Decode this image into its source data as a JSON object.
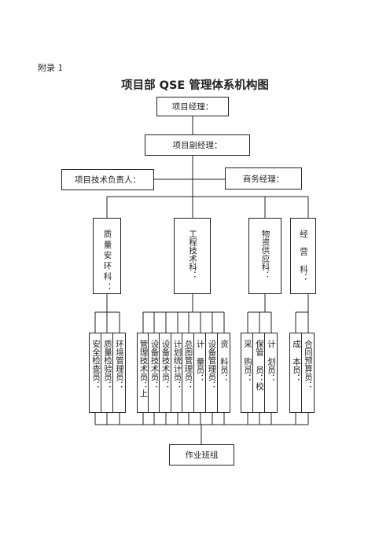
{
  "appendix_label": "附录 1",
  "title": "项目部 QSE 管理体系机构图",
  "top": {
    "manager": "项目经理：",
    "deputy": "项目副经理：",
    "tech_lead": "项目技术负责人：",
    "business_manager": "商务经理："
  },
  "departments": {
    "quality": "质量安环科：",
    "engineering": "工程技术科：",
    "materials": "物资供应科：",
    "operations": "经 营 科："
  },
  "staff": {
    "quality": [
      "安全检查员：",
      "质量检验员：",
      "环境管理员："
    ],
    "engineering": [
      "管理技术员：上",
      "设备技术员：",
      "设备技术员：",
      "计划统计员：",
      "总图管理员：",
      "计 量员：",
      "设备管理员：",
      "资 料员："
    ],
    "materials": [
      "采 购员：",
      "保管 员：校",
      "计 划员："
    ],
    "operations": [
      "成 本员：",
      "合同预算员："
    ]
  },
  "bottom": "作业班组"
}
